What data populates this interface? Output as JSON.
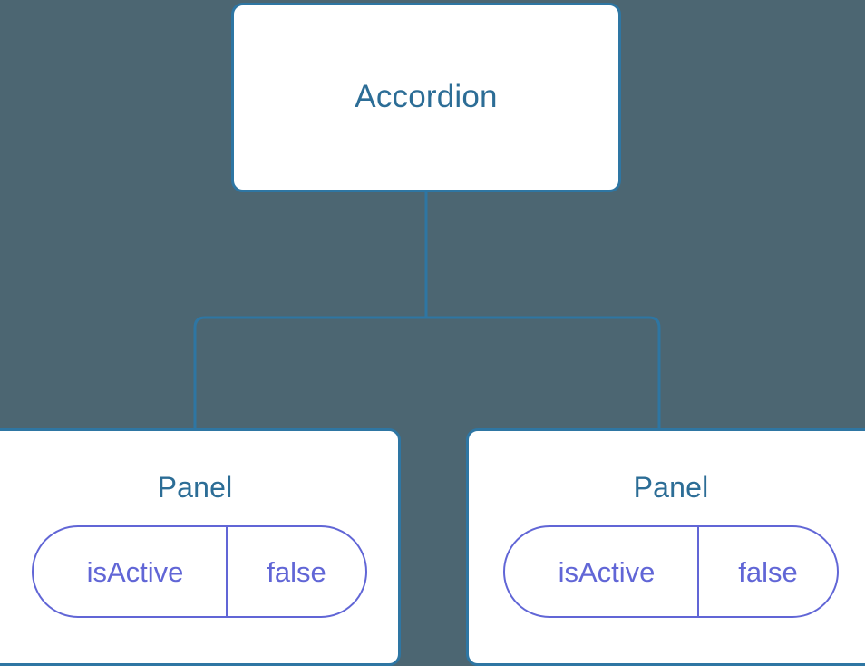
{
  "diagram": {
    "type": "component-tree",
    "background_color": "#4c6672",
    "node_border_color": "#2e76a3",
    "node_fill_color": "#ffffff",
    "node_title_color": "#2c6d96",
    "prop_color": "#6166d6",
    "edge_color": "#2e76a3",
    "root": {
      "title": "Accordion"
    },
    "children": [
      {
        "title": "Panel",
        "props": [
          {
            "key": "isActive",
            "value": "false"
          }
        ]
      },
      {
        "title": "Panel",
        "props": [
          {
            "key": "isActive",
            "value": "false"
          }
        ]
      }
    ]
  }
}
